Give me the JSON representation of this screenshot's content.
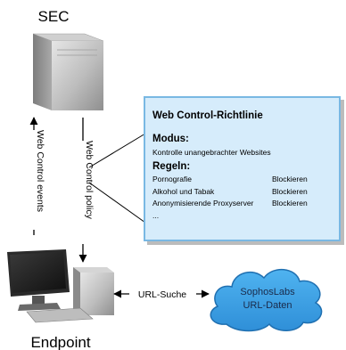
{
  "server": {
    "label": "SEC"
  },
  "endpoint": {
    "label": "Endpoint"
  },
  "arrows": {
    "events_label": "Web Control events",
    "policy_label": "Web Control policy",
    "lookup_label": "URL-Suche"
  },
  "policy": {
    "title": "Web Control-Richtlinie",
    "mode_heading": "Modus:",
    "mode_value": "Kontrolle unangebrachter Websites",
    "rules_heading": "Regeln:",
    "rules": [
      {
        "name": "Pornografie",
        "action": "Blockieren"
      },
      {
        "name": "Alkohol und Tabak",
        "action": "Blockieren"
      },
      {
        "name": "Anonymisierende Proxyserver",
        "action": "Blockieren"
      }
    ],
    "ellipsis": "..."
  },
  "cloud": {
    "line1": "SophosLabs",
    "line2": "URL-Daten"
  }
}
